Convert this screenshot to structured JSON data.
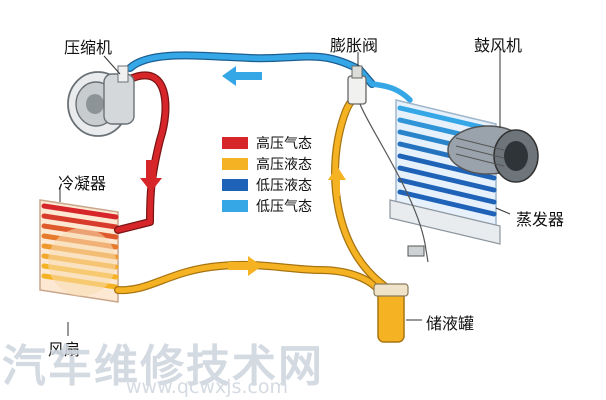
{
  "labels": {
    "compressor": "压缩机",
    "expansion_valve": "膨胀阀",
    "blower": "鼓风机",
    "condenser": "冷凝器",
    "evaporator": "蒸发器",
    "receiver": "储液罐",
    "fan": "风扇"
  },
  "legend": [
    {
      "label": "高压气态",
      "color": "#d6262a"
    },
    {
      "label": "高压液态",
      "color": "#f5b324"
    },
    {
      "label": "低压液态",
      "color": "#1f63b8"
    },
    {
      "label": "低压气态",
      "color": "#35a6e6"
    }
  ],
  "watermark": {
    "text": "汽车维修技术网",
    "url": "www.qcwxjs.com"
  }
}
